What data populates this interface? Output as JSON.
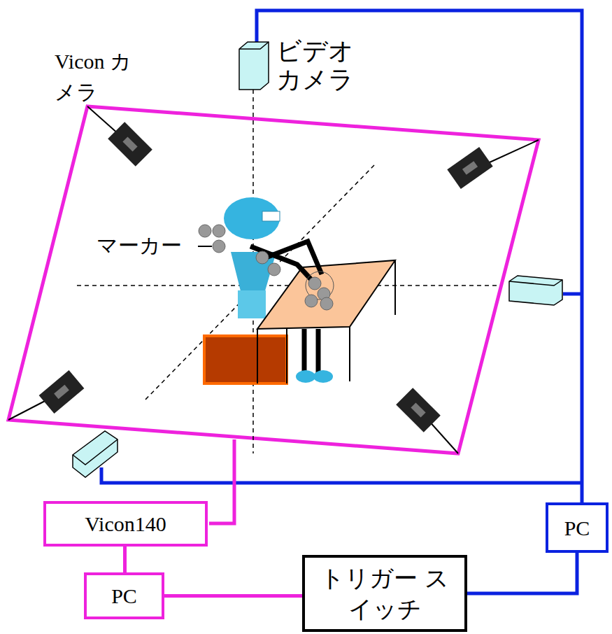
{
  "diagram": {
    "nodes": [
      {
        "text": [
          "Vicon140"
        ]
      },
      {
        "text": [
          "PC"
        ]
      },
      {
        "text": [
          "PC"
        ]
      },
      {
        "text": [
          "トリガー スイッチ"
        ]
      }
    ],
    "edges": [
      {
        "from": 0,
        "to": 2,
        "arrow": "none"
      },
      {
        "from": 2,
        "to": 3,
        "arrow": "none"
      },
      {
        "from": 3,
        "to": 1,
        "arrow": "none"
      }
    ],
    "labels": [
      "Vicon カメラ",
      "ビデオ カメラ",
      "マーカー"
    ]
  }
}
